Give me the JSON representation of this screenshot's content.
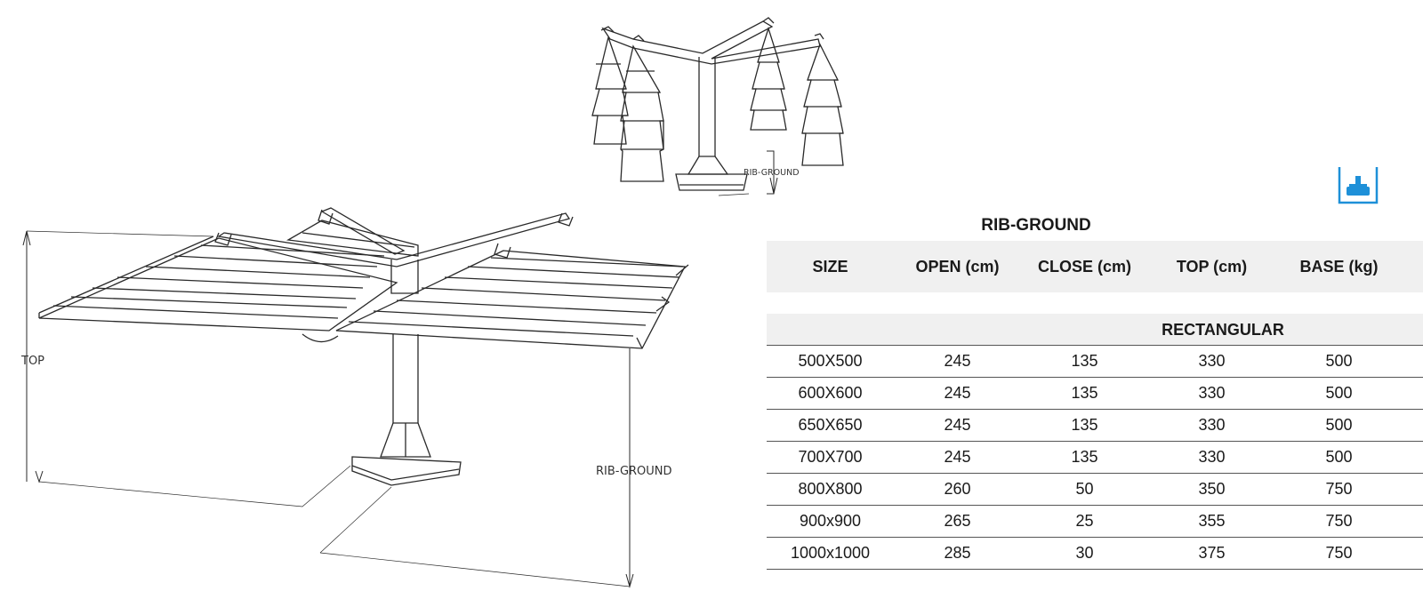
{
  "diagram": {
    "top_label": "TOP",
    "rib_ground_label_main": "RIB-GROUND",
    "rib_ground_label_small": "RIB-GROUND"
  },
  "badge": {
    "icon": "umbrella-base-icon",
    "color": "#1e90d8"
  },
  "table": {
    "title": "RIB-GROUND",
    "columns": [
      "SIZE",
      "OPEN (cm)",
      "CLOSE (cm)",
      "TOP (cm)",
      "BASE (kg)"
    ],
    "category": "RECTANGULAR",
    "rows": [
      [
        "500X500",
        "245",
        "135",
        "330",
        "500"
      ],
      [
        "600X600",
        "245",
        "135",
        "330",
        "500"
      ],
      [
        "650X650",
        "245",
        "135",
        "330",
        "500"
      ],
      [
        "700X700",
        "245",
        "135",
        "330",
        "500"
      ],
      [
        "800X800",
        "260",
        "50",
        "350",
        "750"
      ],
      [
        "900x900",
        "265",
        "25",
        "355",
        "750"
      ],
      [
        "1000x1000",
        "285",
        "30",
        "375",
        "750"
      ]
    ]
  }
}
